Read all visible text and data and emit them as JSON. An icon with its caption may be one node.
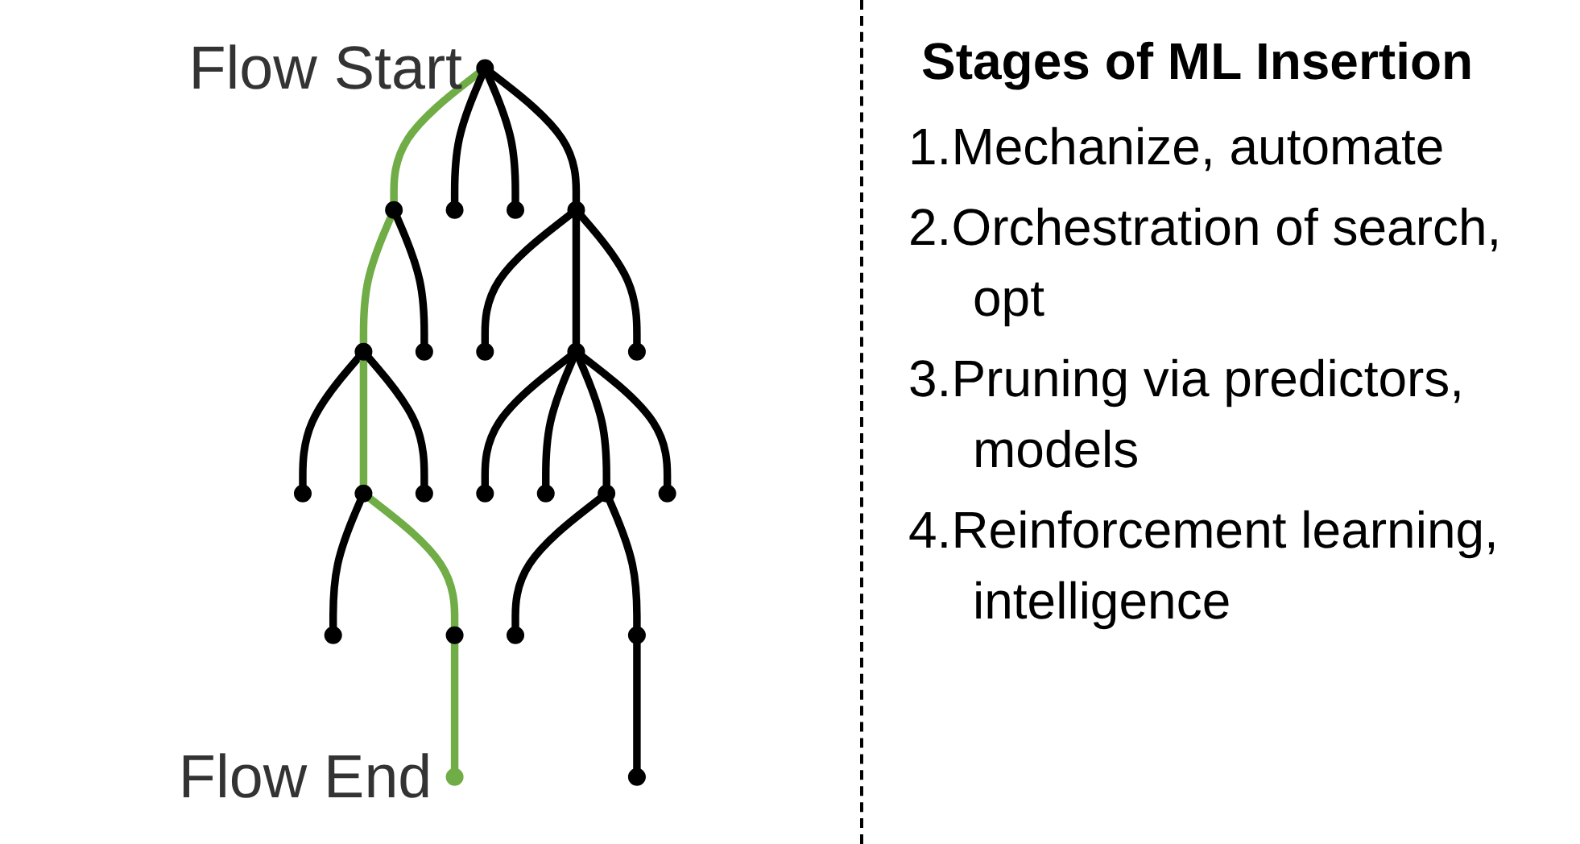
{
  "diagram": {
    "title": "Stages of ML Insertion",
    "nodes": [
      {
        "text": [],
        "shape": "circle",
        "beside": [
          "Flow Start"
        ]
      },
      {
        "text": [],
        "shape": "circle"
      },
      {
        "text": [],
        "shape": "circle"
      },
      {
        "text": [],
        "shape": "circle"
      },
      {
        "text": [],
        "shape": "circle"
      },
      {
        "text": [],
        "shape": "circle"
      },
      {
        "text": [],
        "shape": "circle"
      },
      {
        "text": [],
        "shape": "circle"
      },
      {
        "text": [],
        "shape": "circle"
      },
      {
        "text": [],
        "shape": "circle"
      },
      {
        "text": [],
        "shape": "circle"
      },
      {
        "text": [],
        "shape": "circle"
      },
      {
        "text": [],
        "shape": "circle"
      },
      {
        "text": [],
        "shape": "circle"
      },
      {
        "text": [],
        "shape": "circle"
      },
      {
        "text": [],
        "shape": "circle"
      },
      {
        "text": [],
        "shape": "circle"
      },
      {
        "text": [],
        "shape": "circle"
      },
      {
        "text": [],
        "shape": "circle"
      },
      {
        "text": [],
        "shape": "circle"
      },
      {
        "text": [],
        "shape": "circle"
      },
      {
        "text": [],
        "shape": "circle",
        "beside": [
          "Flow End"
        ]
      },
      {
        "text": [],
        "shape": "circle"
      }
    ],
    "edges": [
      {
        "from": 0,
        "to": 1,
        "arrow": "none",
        "color": "#70ad47"
      },
      {
        "from": 0,
        "to": 2,
        "arrow": "none"
      },
      {
        "from": 0,
        "to": 3,
        "arrow": "none"
      },
      {
        "from": 0,
        "to": 4,
        "arrow": "none"
      },
      {
        "from": 1,
        "to": 5,
        "arrow": "none",
        "color": "#70ad47"
      },
      {
        "from": 1,
        "to": 6,
        "arrow": "none"
      },
      {
        "from": 4,
        "to": 7,
        "arrow": "none"
      },
      {
        "from": 4,
        "to": 8,
        "arrow": "none"
      },
      {
        "from": 4,
        "to": 9,
        "arrow": "none"
      },
      {
        "from": 5,
        "to": 10,
        "arrow": "none"
      },
      {
        "from": 5,
        "to": 11,
        "arrow": "none",
        "color": "#70ad47"
      },
      {
        "from": 5,
        "to": 12,
        "arrow": "none"
      },
      {
        "from": 8,
        "to": 13,
        "arrow": "none"
      },
      {
        "from": 8,
        "to": 14,
        "arrow": "none"
      },
      {
        "from": 8,
        "to": 15,
        "arrow": "none"
      },
      {
        "from": 8,
        "to": 16,
        "arrow": "none"
      },
      {
        "from": 11,
        "to": 17,
        "arrow": "none"
      },
      {
        "from": 11,
        "to": 18,
        "arrow": "none",
        "color": "#70ad47"
      },
      {
        "from": 15,
        "to": 19,
        "arrow": "none"
      },
      {
        "from": 15,
        "to": 20,
        "arrow": "none"
      },
      {
        "from": 18,
        "to": 21,
        "arrow": "none",
        "color": "#70ad47"
      },
      {
        "from": 20,
        "to": 22,
        "arrow": "none"
      }
    ],
    "labels": [
      "1.Mechanize, automate",
      "2.Orchestration of search, opt",
      "3.Pruning via predictors, models",
      "4.Reinforcement learning, intelligence"
    ]
  }
}
